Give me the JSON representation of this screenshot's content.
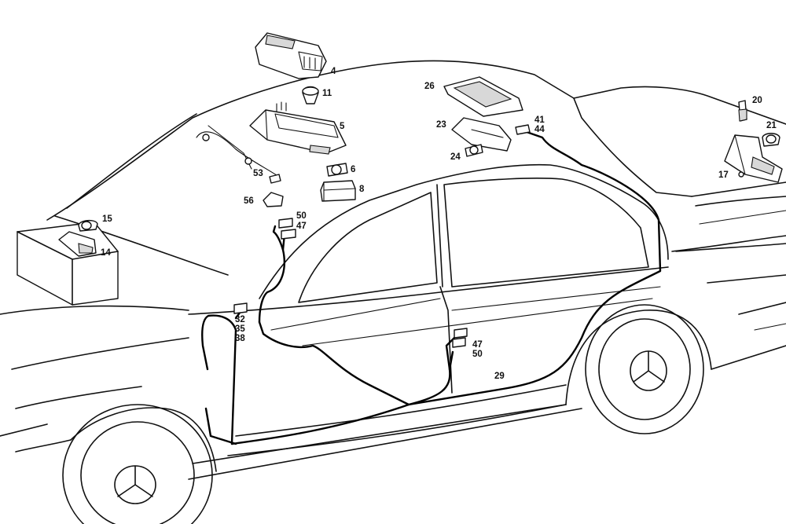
{
  "diagram": {
    "callouts": [
      {
        "id": "c4",
        "text": "4"
      },
      {
        "id": "c11",
        "text": "11"
      },
      {
        "id": "c5",
        "text": "5"
      },
      {
        "id": "c6",
        "text": "6"
      },
      {
        "id": "c8",
        "text": "8"
      },
      {
        "id": "c53",
        "text": "53"
      },
      {
        "id": "c56",
        "text": "56"
      },
      {
        "id": "c50a",
        "text": "50"
      },
      {
        "id": "c47a",
        "text": "47"
      },
      {
        "id": "c15",
        "text": "15"
      },
      {
        "id": "c14",
        "text": "14"
      },
      {
        "id": "c32",
        "text": "32"
      },
      {
        "id": "c35",
        "text": "35"
      },
      {
        "id": "c38",
        "text": "38"
      },
      {
        "id": "c26",
        "text": "26"
      },
      {
        "id": "c23",
        "text": "23"
      },
      {
        "id": "c24",
        "text": "24"
      },
      {
        "id": "c41",
        "text": "41"
      },
      {
        "id": "c44",
        "text": "44"
      },
      {
        "id": "c20",
        "text": "20"
      },
      {
        "id": "c21",
        "text": "21"
      },
      {
        "id": "c17",
        "text": "17"
      },
      {
        "id": "c47b",
        "text": "47"
      },
      {
        "id": "c50b",
        "text": "50"
      },
      {
        "id": "c29",
        "text": "29"
      }
    ]
  }
}
